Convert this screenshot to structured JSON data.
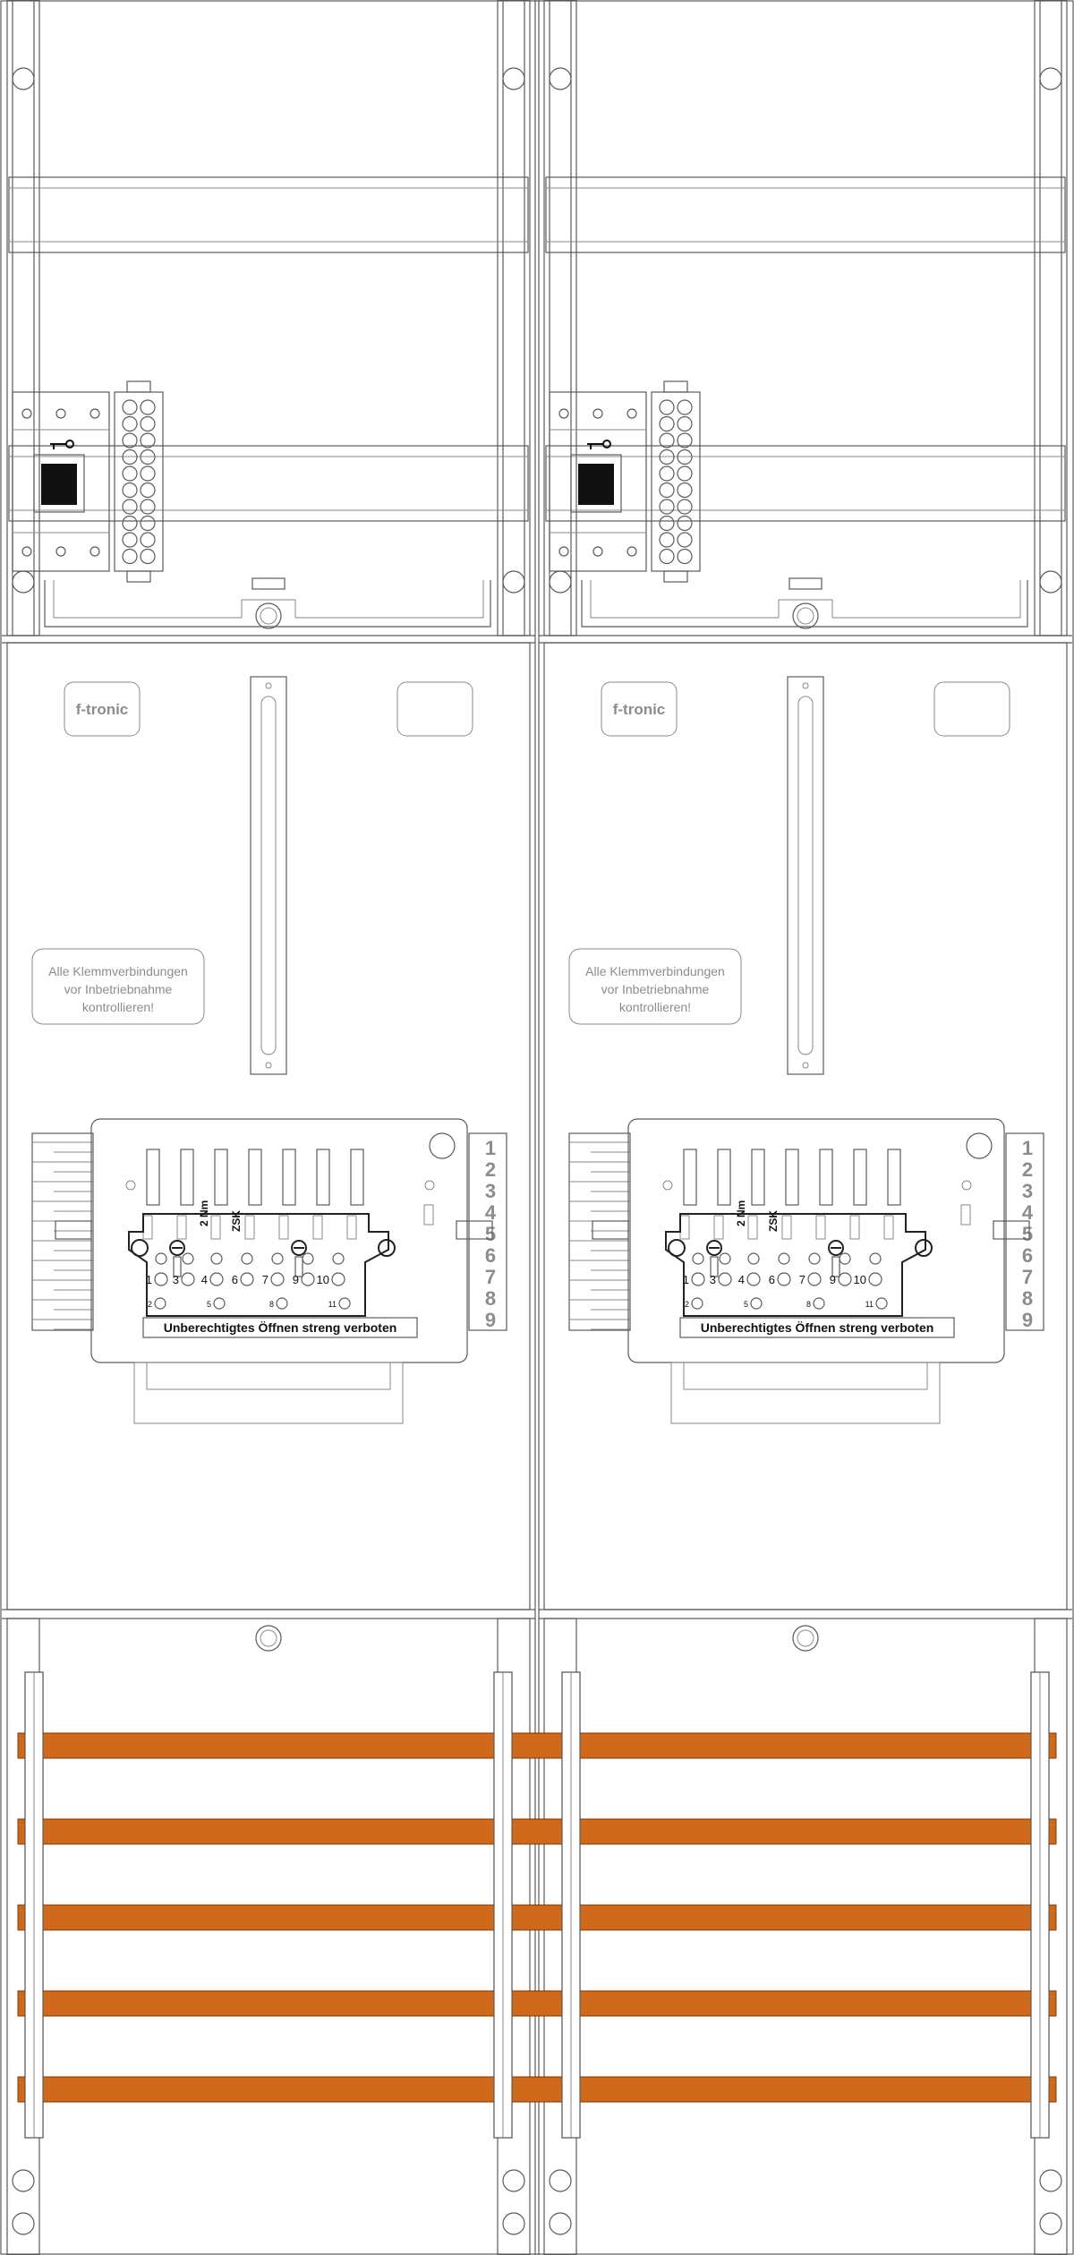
{
  "panels": [
    {
      "brand": "f-tronic",
      "notice": [
        "Alle Klemmverbindungen",
        "vor Inbetriebnahme",
        "kontrollieren!"
      ],
      "warning": "Unberechtigtes Öffnen streng verboten",
      "torque": "2 Nm",
      "zsk": "ZSK",
      "terminals_top": [
        "1",
        "3",
        "4",
        "6",
        "7",
        "9",
        "10"
      ],
      "terminals_bottom": [
        "2",
        "5",
        "8",
        "11"
      ],
      "right_scale": [
        "1",
        "2",
        "3",
        "4",
        "5",
        "6",
        "7",
        "8",
        "9"
      ]
    },
    {
      "brand": "f-tronic",
      "notice": [
        "Alle Klemmverbindungen",
        "vor Inbetriebnahme",
        "kontrollieren!"
      ],
      "warning": "Unberechtigtes Öffnen streng verboten",
      "torque": "2 Nm",
      "zsk": "ZSK",
      "terminals_top": [
        "1",
        "3",
        "4",
        "6",
        "7",
        "9",
        "10"
      ],
      "terminals_bottom": [
        "2",
        "5",
        "8",
        "11"
      ],
      "right_scale": [
        "1",
        "2",
        "3",
        "4",
        "5",
        "6",
        "7",
        "8",
        "9"
      ]
    }
  ],
  "colors": {
    "busbar": "#d06a1a",
    "line": "#5a5a5a",
    "switch_handle": "#111111"
  },
  "busbar_count": 5
}
